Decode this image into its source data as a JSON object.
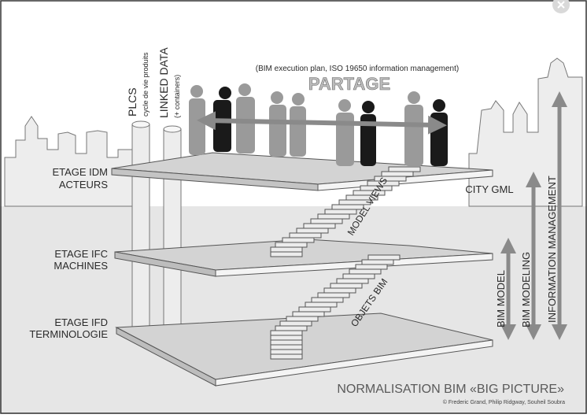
{
  "header": {
    "subtitle": "(BIM execution plan, ISO 19650 information management)",
    "title": "PARTAGE"
  },
  "floors": {
    "idm": {
      "line1": "ETAGE IDM",
      "line2": "ACTEURS"
    },
    "ifc": {
      "line1": "ETAGE IFC",
      "line2": "MACHINES"
    },
    "ifd": {
      "line1": "ETAGE IFD",
      "line2": "TERMINOLOGIE"
    }
  },
  "columns": {
    "plcs": {
      "title": "PLCS",
      "subtitle": "cycle de vie produits"
    },
    "linked": {
      "title": "LINKED DATA",
      "subtitle": "(+ containers)"
    }
  },
  "stairs": {
    "upper": "MODEL VIEWS",
    "lower": "OBJETS BIM"
  },
  "city_gml": "CITY GML",
  "scope_arrows": [
    "BIM MODEL",
    "BIM MODELING",
    "INFORMATION MANAGEMENT"
  ],
  "footer": {
    "title": "NORMALISATION BIM «BIG PICTURE»",
    "credit": "© Frederic Grand, Philip Ridgway, Souheil Soubra"
  },
  "colors": {
    "sky": "#ffffff",
    "ground": "#e6e6e6",
    "skyline": "#ededed",
    "slab_top": "#d3d3d3",
    "slab_edge": "#f4f4f4",
    "people_dark": "#1a1a1a",
    "people_light": "#9a9a9a",
    "arrow": "#8a8a8a",
    "text": "#2a2a2a"
  }
}
